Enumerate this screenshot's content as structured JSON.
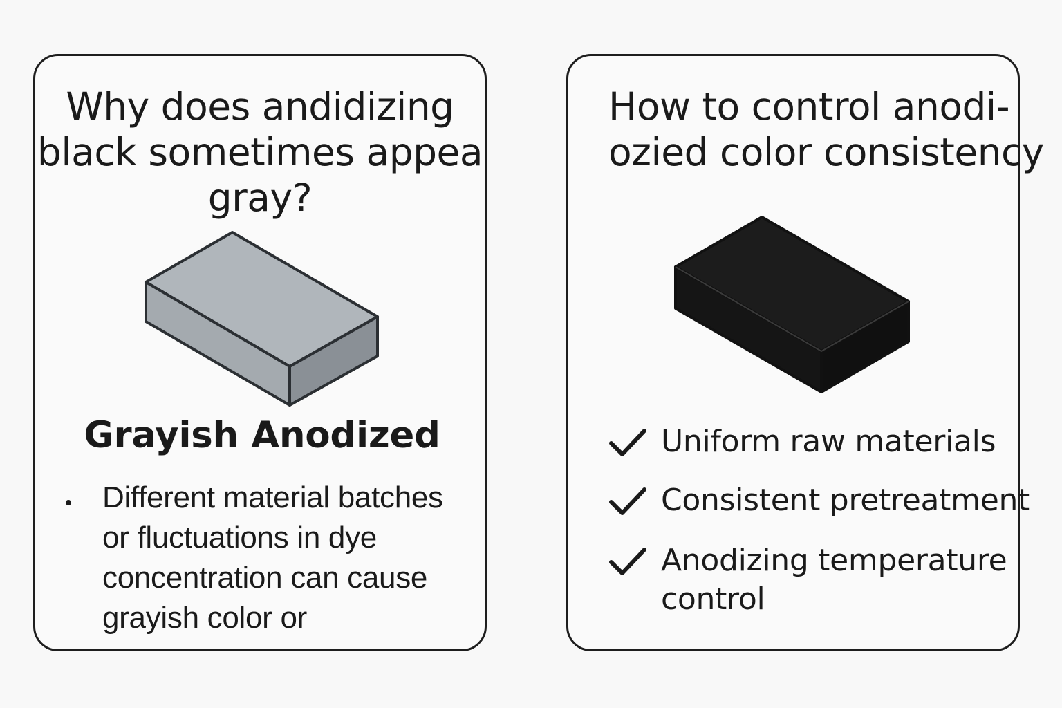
{
  "left_card": {
    "title_lines": [
      "Why does andidizing",
      "black sometimes appea",
      "gray?"
    ],
    "block_icon": "gray-aluminum-block",
    "block_color": "#b0b6bb",
    "subheading": "Grayish Anodized",
    "bullet_lines": [
      "Different material batches",
      "or fluctuations in dye",
      "concentration can cause",
      "grayish color or"
    ]
  },
  "right_card": {
    "title_lines": [
      "How to control anodi-",
      "ozied color consistency"
    ],
    "block_icon": "black-aluminum-block",
    "block_color": "#1a1a1a",
    "checklist": [
      {
        "icon": "checkmark-icon",
        "lines": [
          "Uniform raw materials"
        ]
      },
      {
        "icon": "checkmark-icon",
        "lines": [
          "Consistent pretreatment"
        ]
      },
      {
        "icon": "checkmark-icon",
        "lines": [
          "Anodizing temperature",
          "control"
        ]
      }
    ]
  }
}
